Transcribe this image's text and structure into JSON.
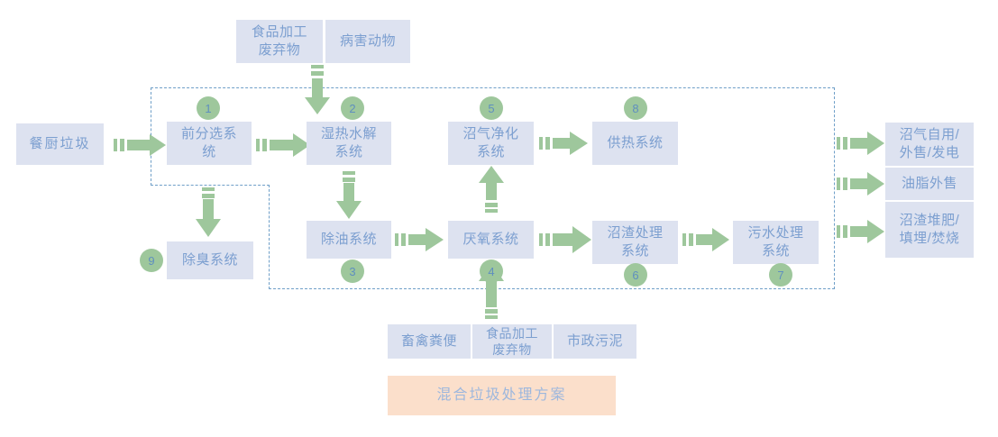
{
  "diagram": {
    "title_box": {
      "label": "混合垃圾处理方案"
    },
    "colors": {
      "node_fill": "#dde2f0",
      "node_text": "#7c9fd0",
      "arrow": "#9ec79c",
      "badge_fill": "#9ec79c",
      "badge_text": "#5f8fbf",
      "highlight_fill": "#fbdfcb",
      "dashed_border": "#6f9fc8"
    },
    "inputs_top": [
      {
        "id": "food-processing-waste-top",
        "label": "食品加工\n废弃物"
      },
      {
        "id": "diseased-animals",
        "label": "病害动物"
      }
    ],
    "inputs_left": [
      {
        "id": "kitchen-waste",
        "label": "餐厨垃圾"
      }
    ],
    "inputs_bottom": [
      {
        "id": "livestock-manure",
        "label": "畜禽粪便"
      },
      {
        "id": "food-processing-waste-bottom",
        "label": "食品加工\n废弃物"
      },
      {
        "id": "municipal-sludge",
        "label": "市政污泥"
      }
    ],
    "systems": [
      {
        "number": "1",
        "id": "pre-sorting-system",
        "label": "前分选系\n统"
      },
      {
        "number": "2",
        "id": "wet-thermal-hydrolysis-system",
        "label": "湿热水解\n系统"
      },
      {
        "number": "3",
        "id": "oil-removal-system",
        "label": "除油系统"
      },
      {
        "number": "4",
        "id": "anaerobic-system",
        "label": "厌氧系统"
      },
      {
        "number": "5",
        "id": "biogas-purification-system",
        "label": "沼气净化\n系统"
      },
      {
        "number": "6",
        "id": "biogas-residue-treatment-system",
        "label": "沼渣处理\n系统"
      },
      {
        "number": "7",
        "id": "wastewater-treatment-system",
        "label": "污水处理\n系统"
      },
      {
        "number": "8",
        "id": "heat-supply-system",
        "label": "供热系统"
      },
      {
        "number": "9",
        "id": "deodorization-system",
        "label": "除臭系统"
      }
    ],
    "outputs": [
      {
        "id": "biogas-use",
        "label": "沼气自用/\n外售/发电"
      },
      {
        "id": "grease-sale",
        "label": "油脂外售"
      },
      {
        "id": "biogas-residue-use",
        "label": "沼渣堆肥/\n填埋/焚烧"
      }
    ]
  }
}
